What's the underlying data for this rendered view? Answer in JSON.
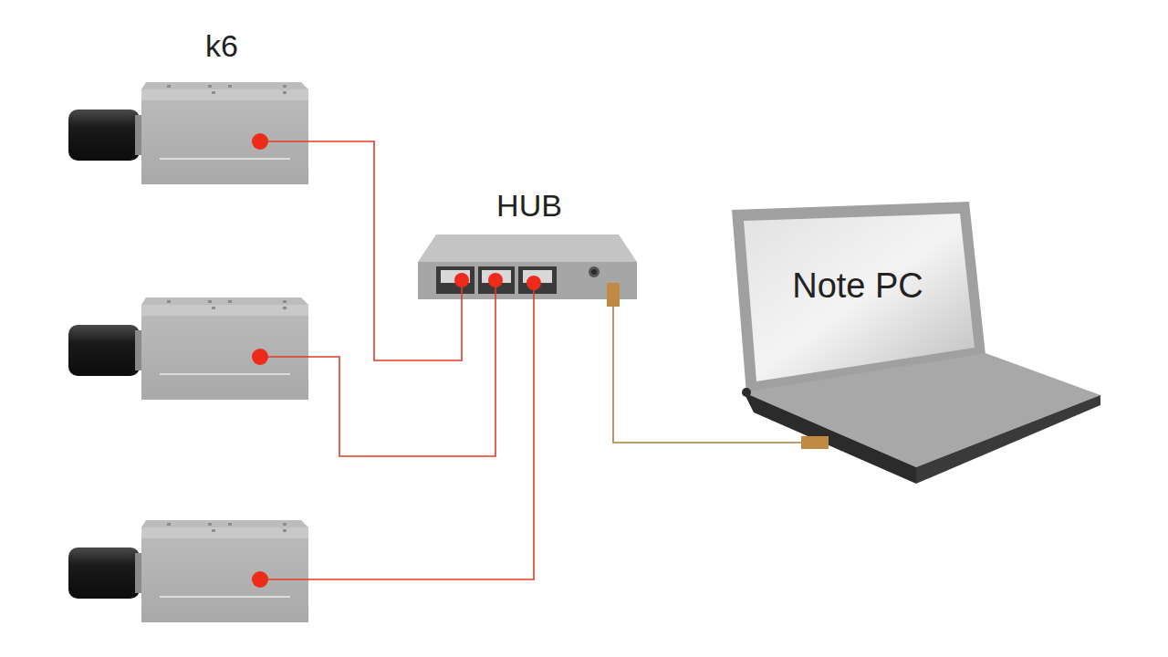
{
  "diagram": {
    "nodes": [
      {
        "text": [
          "k6"
        ]
      },
      {
        "text": [
          "HUB"
        ]
      },
      {
        "text": [
          "Note PC"
        ]
      }
    ],
    "edges": [
      {
        "from": 0,
        "to": 1,
        "arrow": "none"
      },
      {
        "from": 1,
        "to": 2,
        "arrow": "none"
      }
    ]
  }
}
